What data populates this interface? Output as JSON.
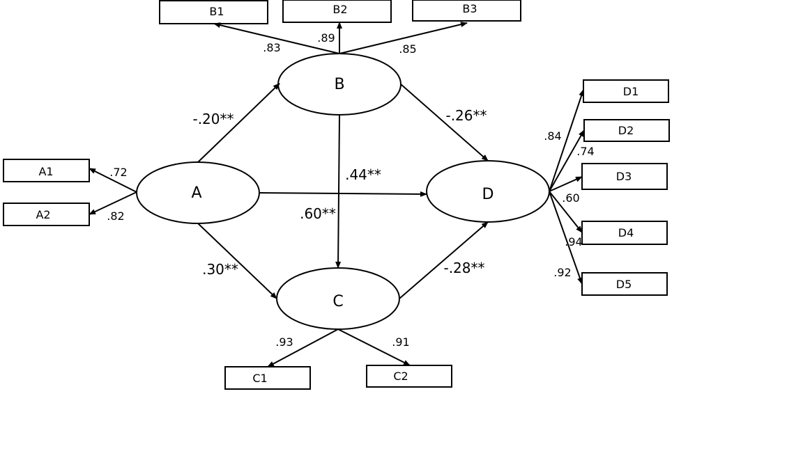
{
  "latent": {
    "A": "A",
    "B": "B",
    "C": "C",
    "D": "D"
  },
  "indicators": {
    "A1": "A1",
    "A2": "A2",
    "B1": "B1",
    "B2": "B2",
    "B3": "B3",
    "C1": "C1",
    "C2": "C2",
    "D1": "D1",
    "D2": "D2",
    "D3": "D3",
    "D4": "D4",
    "D5": "D5"
  },
  "paths": {
    "A_B": "-.20**",
    "B_D": "-.26**",
    "A_D": ".44**",
    "B_C": ".60**",
    "A_C": ".30**",
    "C_D": "-.28**"
  },
  "loadings": {
    "A1": ".72",
    "A2": ".82",
    "B1": ".83",
    "B2": ".89",
    "B3": ".85",
    "C1": ".93",
    "C2": ".91",
    "D1": ".84",
    "D2": ".74",
    "D3": ".60",
    "D4": ".94",
    "D5": ".92"
  }
}
